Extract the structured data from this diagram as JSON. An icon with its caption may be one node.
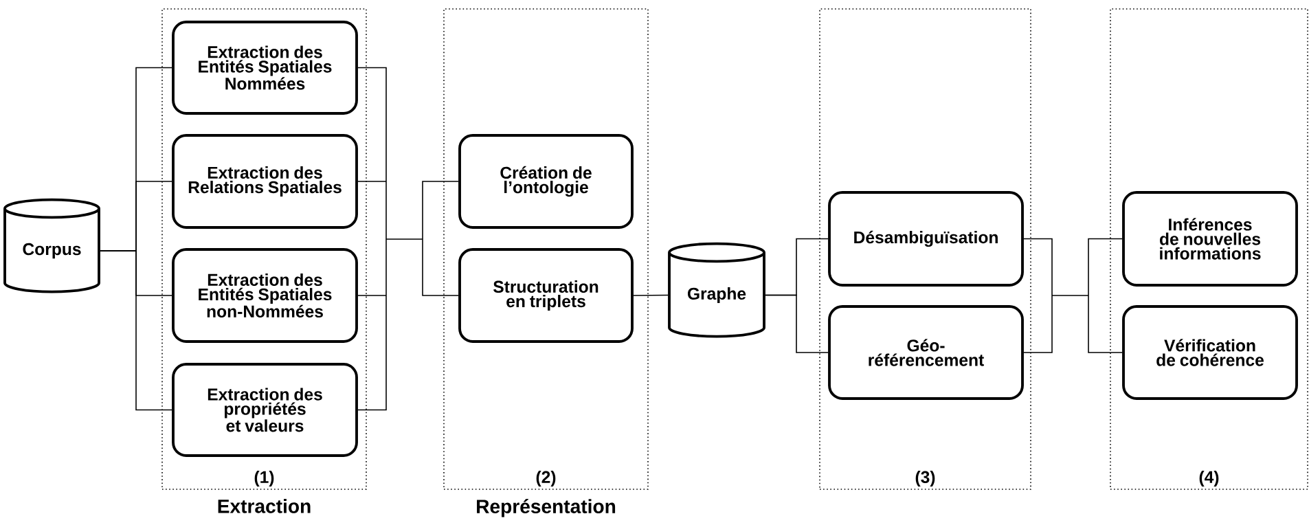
{
  "diagram": {
    "nodes": [
      {
        "text": [
          "Corpus"
        ]
      },
      {
        "text": [
          "(1)",
          "Extraction"
        ]
      },
      {
        "text": [
          "Extraction des Entités Spatiales Nommées"
        ],
        "in": 1
      },
      {
        "text": [
          "Extraction des Relations Spatiales"
        ],
        "in": 1
      },
      {
        "text": [
          "Extraction des Entités Spatiales non-Nommées"
        ],
        "in": 1
      },
      {
        "text": [
          "Extraction des propriétés et valeurs"
        ],
        "in": 1
      },
      {
        "text": [
          "(2)",
          "Représentation"
        ]
      },
      {
        "text": [
          "Création de l’ontologie"
        ],
        "in": 6
      },
      {
        "text": [
          "Structuration en triplets"
        ],
        "in": 6
      },
      {
        "text": [
          "Graphe"
        ]
      },
      {
        "text": [
          "(3)"
        ]
      },
      {
        "text": [
          "Désambiguïsation"
        ],
        "in": 10
      },
      {
        "text": [
          "Géo-référencement"
        ],
        "in": 10
      },
      {
        "text": [
          "(4)"
        ]
      },
      {
        "text": [
          "Inférences de nouvelles informations"
        ],
        "in": 13
      },
      {
        "text": [
          "Vérification de cohérence"
        ],
        "in": 13
      }
    ],
    "edges": [
      {
        "from": 0,
        "to": 2,
        "arrow": "none"
      },
      {
        "from": 0,
        "to": 3,
        "arrow": "none"
      },
      {
        "from": 0,
        "to": 4,
        "arrow": "none"
      },
      {
        "from": 0,
        "to": 5,
        "arrow": "none"
      },
      {
        "from": 2,
        "to": 7,
        "arrow": "none"
      },
      {
        "from": 3,
        "to": 7,
        "arrow": "none"
      },
      {
        "from": 4,
        "to": 7,
        "arrow": "none"
      },
      {
        "from": 5,
        "to": 7,
        "arrow": "none"
      },
      {
        "from": 2,
        "to": 8,
        "arrow": "none"
      },
      {
        "from": 3,
        "to": 8,
        "arrow": "none"
      },
      {
        "from": 4,
        "to": 8,
        "arrow": "none"
      },
      {
        "from": 5,
        "to": 8,
        "arrow": "none"
      },
      {
        "from": 8,
        "to": 9,
        "arrow": "none"
      },
      {
        "from": 9,
        "to": 11,
        "arrow": "none"
      },
      {
        "from": 9,
        "to": 12,
        "arrow": "none"
      },
      {
        "from": 11,
        "to": 14,
        "arrow": "none"
      },
      {
        "from": 11,
        "to": 15,
        "arrow": "none"
      },
      {
        "from": 12,
        "to": 14,
        "arrow": "none"
      },
      {
        "from": 12,
        "to": 15,
        "arrow": "none"
      }
    ]
  }
}
